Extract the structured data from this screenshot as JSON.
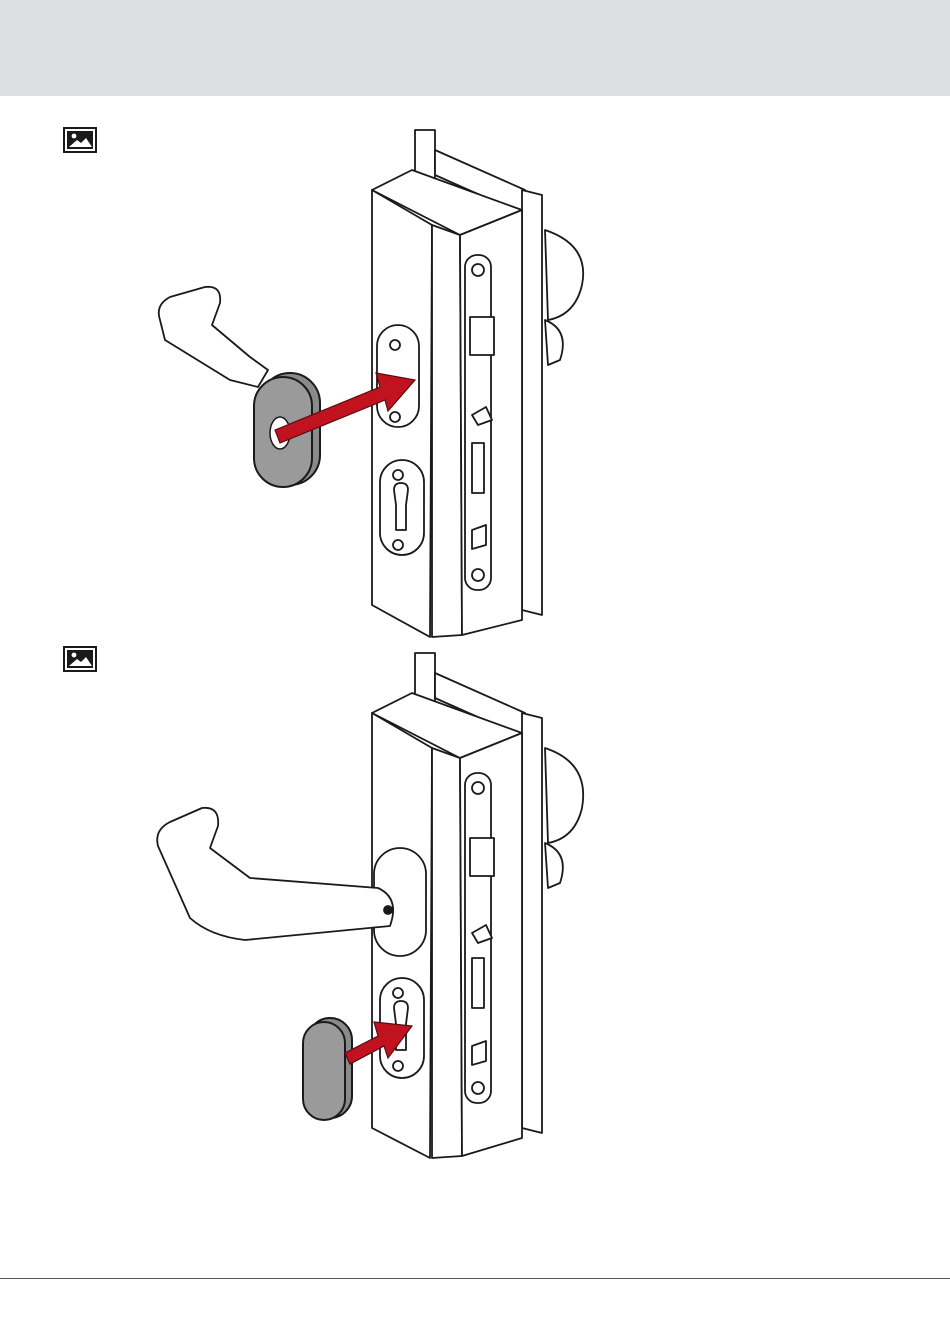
{
  "page": {
    "colors": {
      "header_band": "#dedfe3",
      "arrow_red": "#c1121f",
      "cap_grey": "#8a8a8a",
      "line": "#1a1a1a",
      "footer_rule": "#555a60"
    }
  },
  "steps": [
    {
      "icon": "image-icon",
      "illustration": "mount-lever-rosette-illustration",
      "moving_part": "lever-rosette-cover"
    },
    {
      "icon": "image-icon",
      "illustration": "mount-cylinder-cover-illustration",
      "moving_part": "cylinder-escutcheon-cap"
    }
  ]
}
